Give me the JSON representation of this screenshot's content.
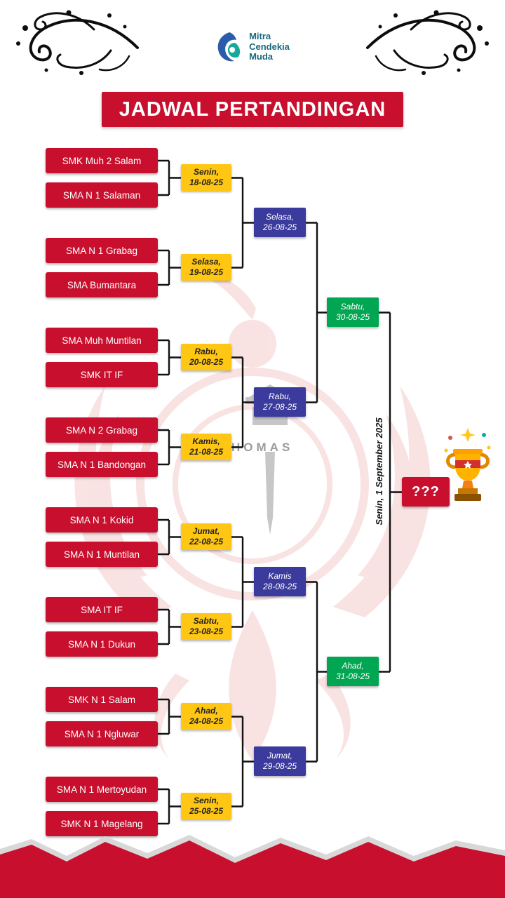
{
  "header": {
    "logo": {
      "line1": "Mitra",
      "line2": "Cendekia",
      "line3": "Muda"
    },
    "title": "JADWAL PERTANDINGAN"
  },
  "rounds": {
    "round1": [
      {
        "team1": "SMK Muh 2 Salam",
        "team2": "SMA N 1 Salaman",
        "day": "Senin,",
        "date": "18-08-25"
      },
      {
        "team1": "SMA N 1 Grabag",
        "team2": "SMA Bumantara",
        "day": "Selasa,",
        "date": "19-08-25"
      },
      {
        "team1": "SMA Muh Muntilan",
        "team2": "SMK IT IF",
        "day": "Rabu,",
        "date": "20-08-25"
      },
      {
        "team1": "SMA N 2 Grabag",
        "team2": "SMA N 1 Bandongan",
        "day": "Kamis,",
        "date": "21-08-25"
      },
      {
        "team1": "SMA N 1 Kokid",
        "team2": "SMA N 1 Muntilan",
        "day": "Jumat,",
        "date": "22-08-25"
      },
      {
        "team1": "SMA IT IF",
        "team2": "SMA N 1 Dukun",
        "day": "Sabtu,",
        "date": "23-08-25"
      },
      {
        "team1": "SMK N 1 Salam",
        "team2": "SMA N 1 Ngluwar",
        "day": "Ahad,",
        "date": "24-08-25"
      },
      {
        "team1": "SMA N 1 Mertoyudan",
        "team2": "SMK N 1 Magelang",
        "day": "Senin,",
        "date": "25-08-25"
      }
    ],
    "round2": [
      {
        "day": "Selasa,",
        "date": "26-08-25"
      },
      {
        "day": "Rabu,",
        "date": "27-08-25"
      },
      {
        "day": "Kamis",
        "date": "28-08-25"
      },
      {
        "day": "Jumat,",
        "date": "29-08-25"
      }
    ],
    "round3": [
      {
        "day": "Sabtu,",
        "date": "30-08-25"
      },
      {
        "day": "Ahad,",
        "date": "31-08-25"
      }
    ],
    "final": {
      "label": "Senin, 1 September 2025",
      "champion": "???"
    }
  },
  "watermark_text": "HOMAS",
  "colors": {
    "team_box": "#c8102e",
    "round1_box": "#ffc613",
    "round2_box": "#3b3a9d",
    "round3_box": "#00a651",
    "title_banner": "#c8102e",
    "champion_box": "#c8102e",
    "logo_text": "#17697f",
    "connector": "#111111"
  }
}
